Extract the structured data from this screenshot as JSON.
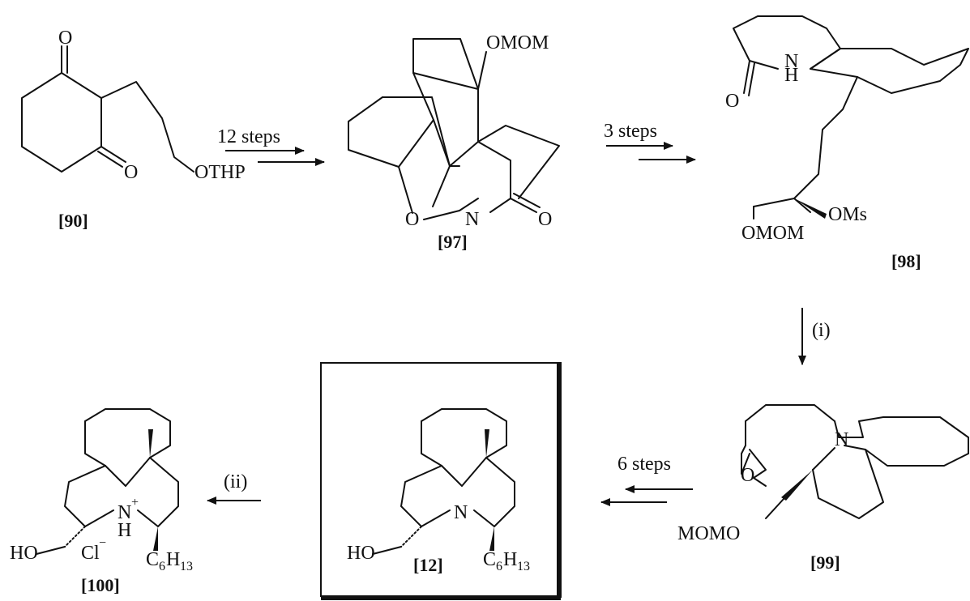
{
  "compounds": {
    "c90": {
      "label": "[90]",
      "atoms": {
        "o_top": "O",
        "o_bottom": "O",
        "othp": "OTHP"
      }
    },
    "c97": {
      "label": "[97]",
      "atoms": {
        "omom": "OMOM",
        "o_ring": "O",
        "n": "N",
        "o_carbonyl": "O"
      }
    },
    "c98": {
      "label": "[98]",
      "atoms": {
        "n": "N",
        "h": "H",
        "o_carbonyl": "O",
        "oms": "OMs",
        "omom": "OMOM"
      }
    },
    "c99": {
      "label": "[99]",
      "atoms": {
        "n": "N",
        "o_carbonyl": "O",
        "momo": "MOMO"
      }
    },
    "c12": {
      "label": "[12]",
      "atoms": {
        "n": "N",
        "ho": "HO",
        "c6h13_c": "C",
        "c6h13_sub6": "6",
        "c6h13_h": "H",
        "c6h13_sub13": "13"
      }
    },
    "c100": {
      "label": "[100]",
      "atoms": {
        "n": "N",
        "n_plus": "+",
        "h": "H",
        "ho": "HO",
        "cl": "Cl",
        "cl_minus": "−",
        "c6h13_c": "C",
        "c6h13_sub6": "6",
        "c6h13_h": "H",
        "c6h13_sub13": "13"
      }
    }
  },
  "steps": {
    "s1": "12 steps",
    "s2": "3 steps",
    "s3": "(i)",
    "s4": "6 steps",
    "s5": "(ii)"
  }
}
